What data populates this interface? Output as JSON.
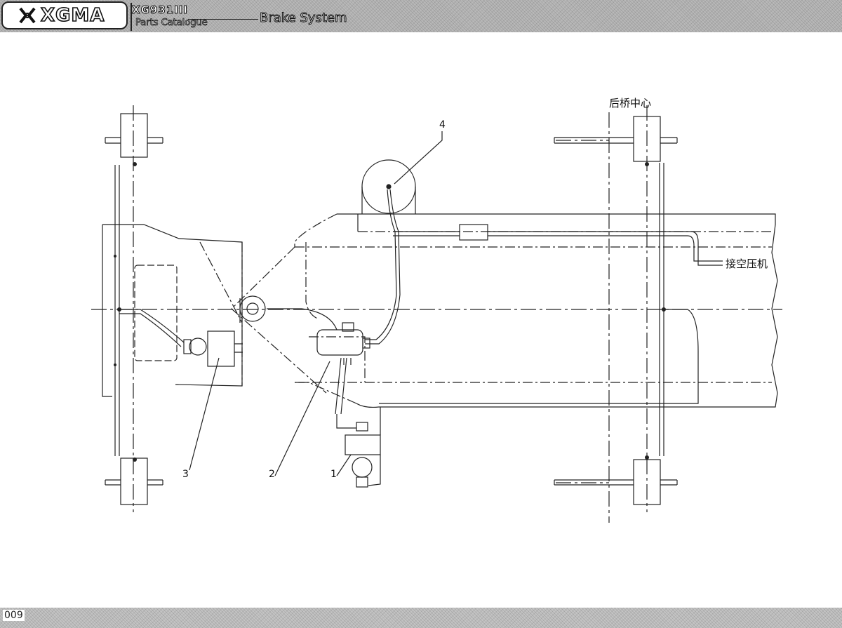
{
  "header": {
    "brand": "XGMA",
    "model": "XG931III",
    "catalogue": "Parts Catalogue",
    "section_title": "Brake System"
  },
  "diagram": {
    "rear_axle_center_label": "后桥中心",
    "compressor_connection_label": "接空压机",
    "callouts": [
      "1",
      "2",
      "3",
      "4"
    ]
  },
  "footer": {
    "page_number": "009"
  }
}
